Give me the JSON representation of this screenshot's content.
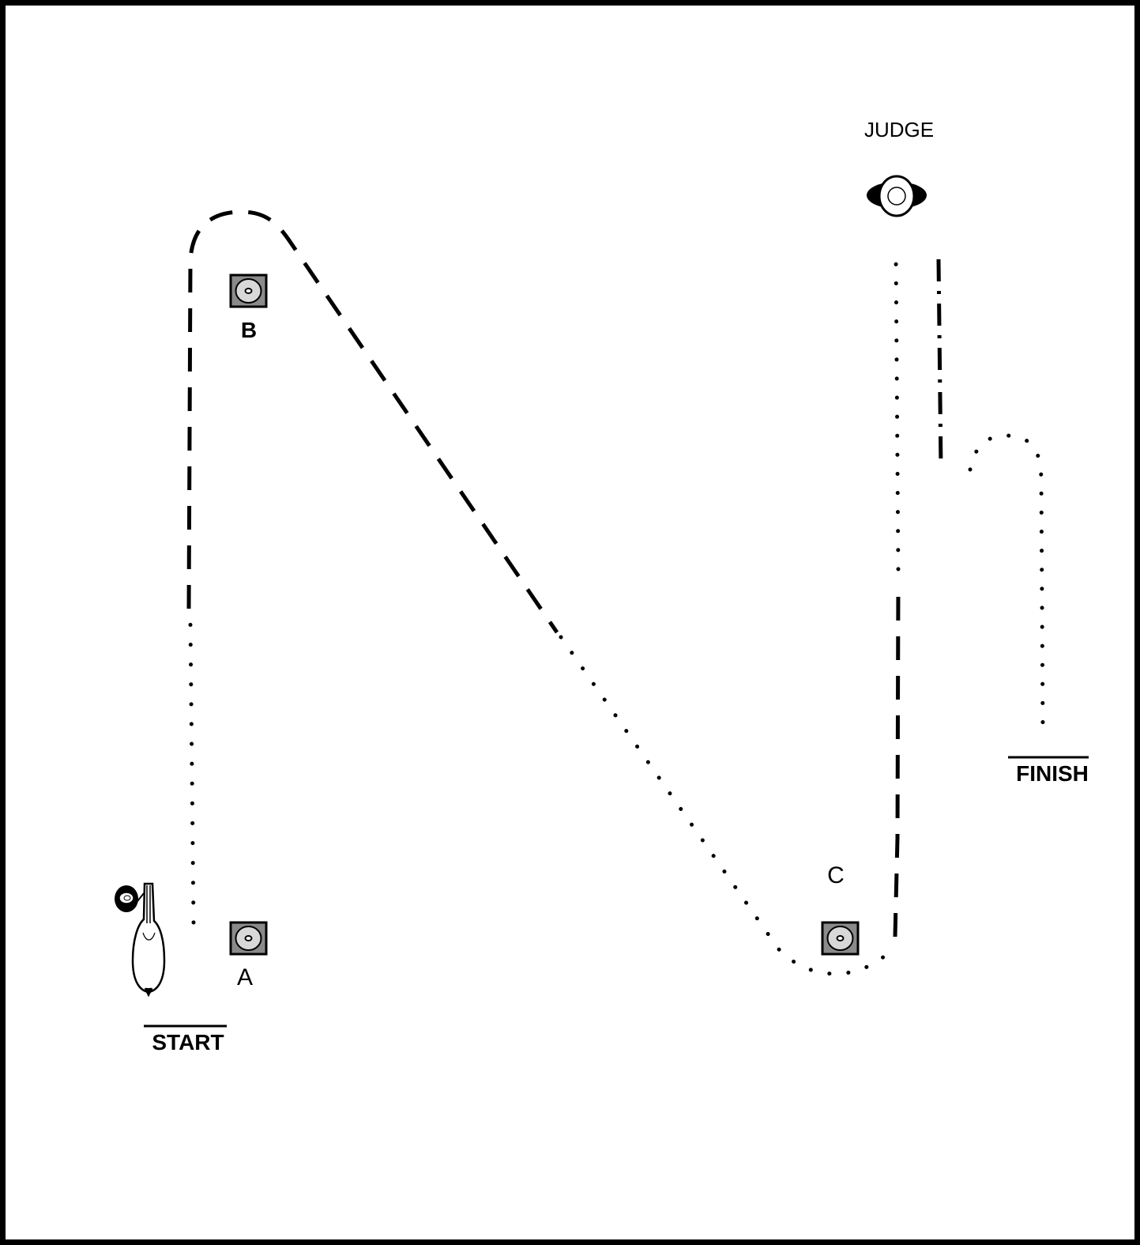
{
  "labels": {
    "judge": "JUDGE",
    "cone_a": "A",
    "cone_b": "B",
    "cone_c": "C",
    "start": "START",
    "finish": "FINISH"
  },
  "legend_styles": {
    "walk": "dotted",
    "trot": "dashed"
  },
  "colors": {
    "line": "#000000",
    "cone_fill": "#8a8a8a",
    "cone_inner": "#d8d8d8",
    "background": "#ffffff"
  },
  "icons": {
    "judge": "judge-topview-icon",
    "cone": "cone-marker-icon",
    "exhibitor": "horse-and-handler-icon"
  }
}
